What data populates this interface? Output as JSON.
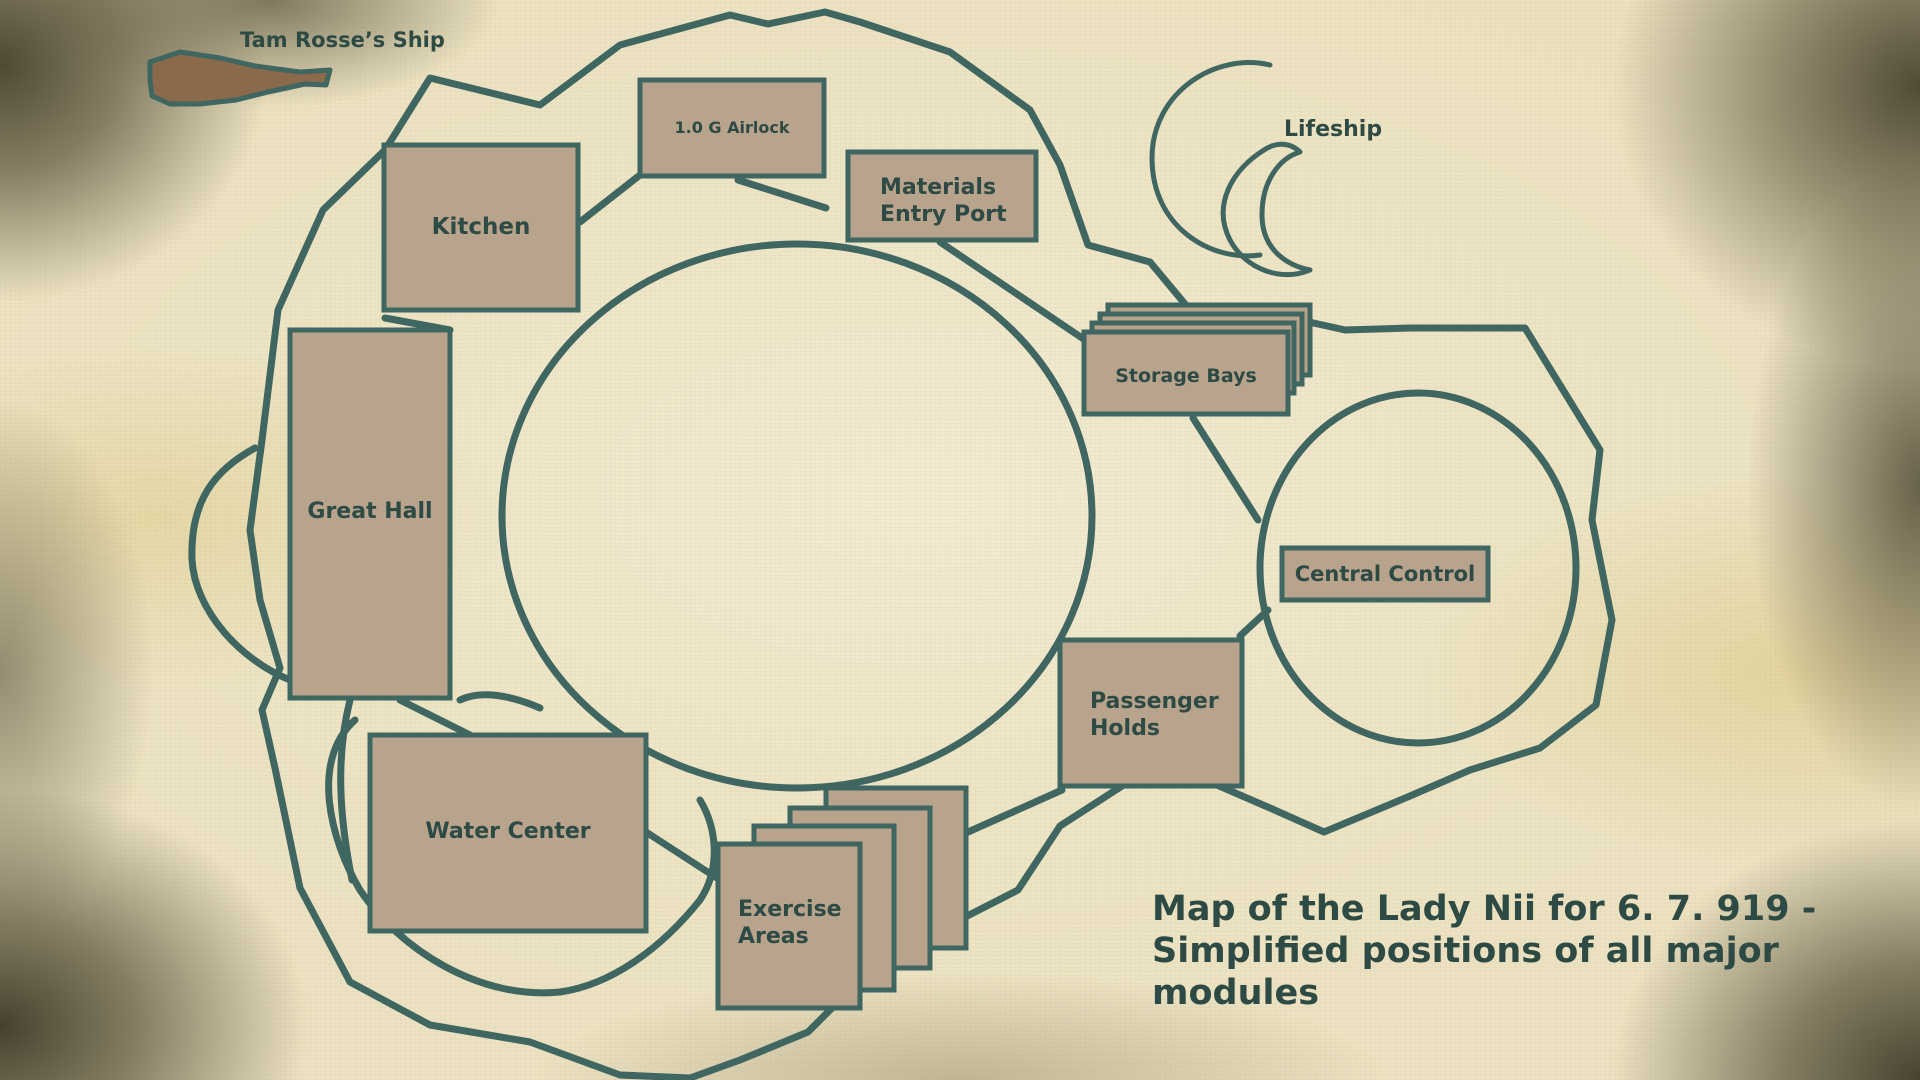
{
  "map": {
    "title_lines": [
      "Map of the Lady Nii for 6. 7. 919 -",
      "Simplified positions of all major",
      "modules"
    ],
    "ships": {
      "tam_rosse": "Tam Rosse’s Ship",
      "lifeship": "Lifeship"
    },
    "modules": {
      "airlock": "1.0 G Airlock",
      "materials_entry_port": [
        "Materials",
        "Entry Port"
      ],
      "kitchen": "Kitchen",
      "great_hall": "Great Hall",
      "storage_bays": "Storage Bays",
      "central_control": "Central Control",
      "passenger_holds": [
        "Passenger",
        "Holds"
      ],
      "water_center": "Water Center",
      "exercise_areas": [
        "Exercise",
        "Areas"
      ]
    },
    "colors": {
      "line": "#3f6660",
      "module_fill": "#b8a38c",
      "text": "#2d4a44",
      "small_ship": "#8a6a4a"
    }
  }
}
